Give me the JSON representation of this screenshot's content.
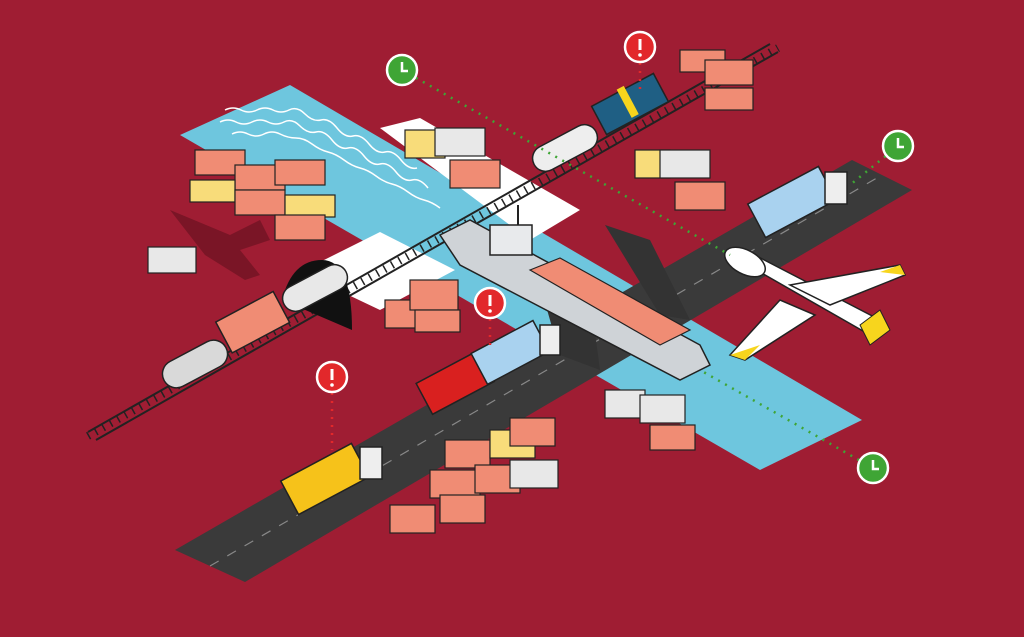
{
  "colors": {
    "background": "#9f1d33",
    "river": "#6ec6de",
    "road": "#3a3a3a",
    "tarmac": "#ffffff",
    "container_salmon": "#f08c74",
    "container_yellow": "#f8dc7a",
    "container_grey": "#e8e8e8",
    "container_blue": "#a9d2ef",
    "truck_red": "#d9201f",
    "truck_yellow": "#f6c21a",
    "status_ok": "#3fa535",
    "status_alert": "#e2282b",
    "locomotive": "#1f5f84",
    "plane_accent": "#f7d51d"
  },
  "status_markers": [
    {
      "icon": "clock-icon",
      "status": "on-time"
    },
    {
      "icon": "clock-icon",
      "status": "on-time"
    },
    {
      "icon": "clock-icon",
      "status": "on-time"
    },
    {
      "icon": "exclamation-icon",
      "status": "delayed"
    },
    {
      "icon": "exclamation-icon",
      "status": "delayed"
    },
    {
      "icon": "exclamation-icon",
      "status": "delayed"
    }
  ]
}
